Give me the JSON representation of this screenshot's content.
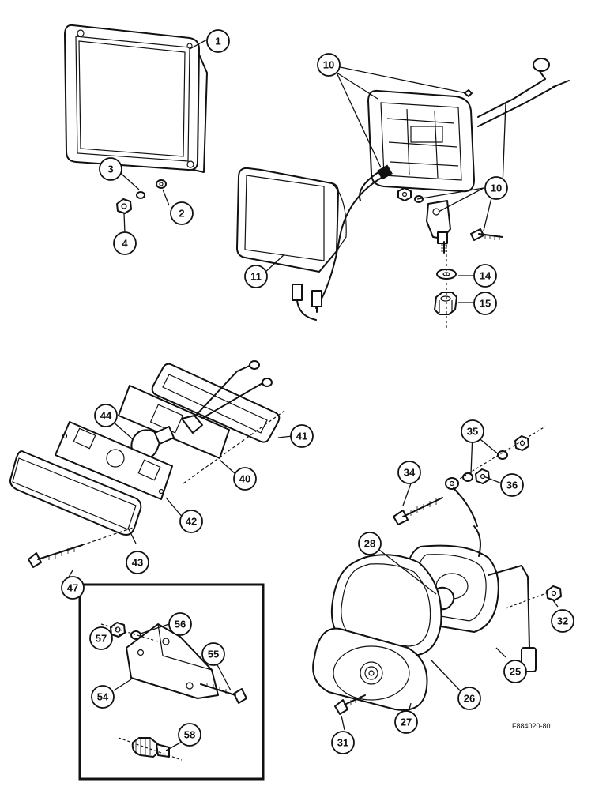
{
  "drawing_ref": "F884020-80",
  "callouts": {
    "c1": "1",
    "c2": "2",
    "c3": "3",
    "c4": "4",
    "c10": "10",
    "c11": "11",
    "c14": "14",
    "c15": "15",
    "c25": "25",
    "c26": "26",
    "c27": "27",
    "c28": "28",
    "c31": "31",
    "c32": "32",
    "c34": "34",
    "c35": "35",
    "c36": "36",
    "c40": "40",
    "c41": "41",
    "c42": "42",
    "c43": "43",
    "c44": "44",
    "c47": "47",
    "c54": "54",
    "c55": "55",
    "c56": "56",
    "c57": "57",
    "c58": "58"
  }
}
